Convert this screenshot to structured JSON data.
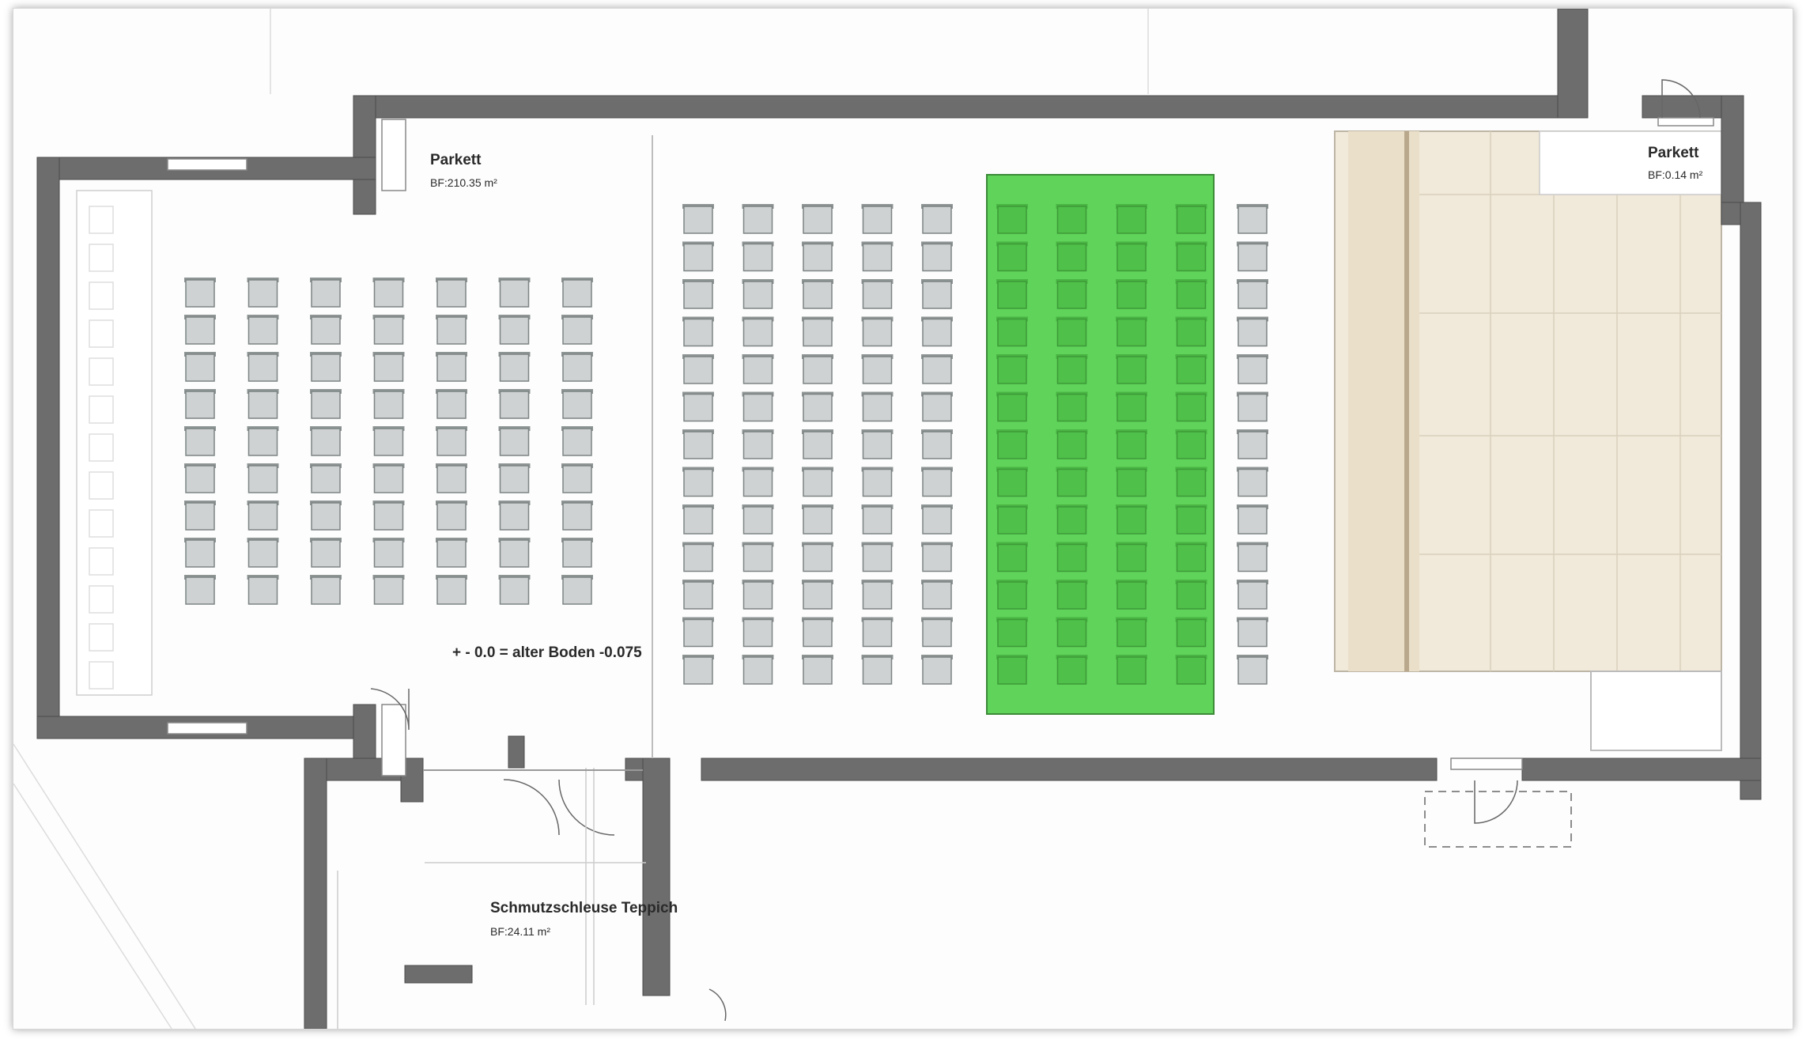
{
  "rooms": {
    "main_hall": {
      "name": "Parkett",
      "area": "BF:210.35 m²"
    },
    "small_room": {
      "name": "Parkett",
      "area": "BF:0.14 m²"
    },
    "entry": {
      "name": "Schmutzschleuse Teppich",
      "area": "BF:24.11 m²"
    }
  },
  "floor_note": "+ - 0.0 = alter Boden -0.075",
  "colors": {
    "wall": "#6d6d6d",
    "highlight": "#5fd35a",
    "stage": "#f0e8d8",
    "chair": "#cfd2d2"
  },
  "seating": {
    "left_block": {
      "columns": 7,
      "rows": 9
    },
    "middle_block": {
      "columns": 5,
      "rows": 13
    },
    "highlighted_block": {
      "columns": 4,
      "rows": 13
    },
    "right_column": {
      "columns": 1,
      "rows": 13
    }
  }
}
